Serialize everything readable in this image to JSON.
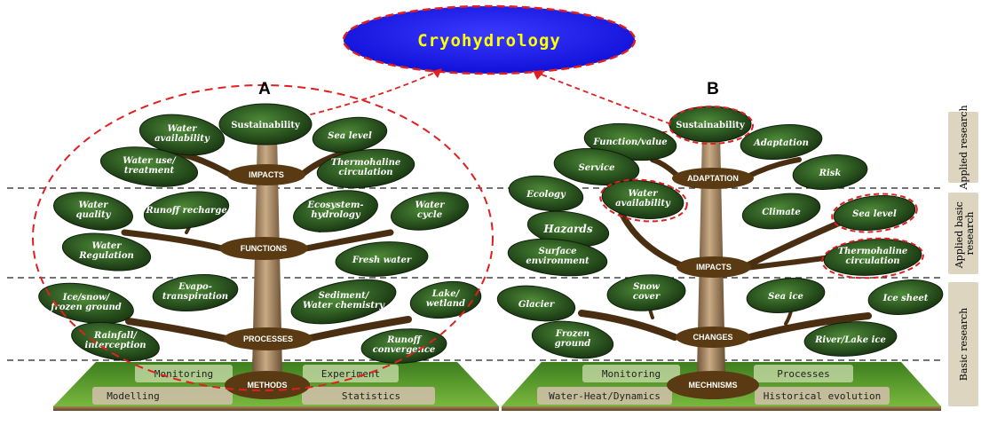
{
  "title": "Cryohydrology",
  "colors": {
    "title_fill": "#1a1aff",
    "title_text": "#ffff00",
    "dashed_red": "#e02020",
    "leaf_dark": "#1f3d17",
    "leaf_mid": "#3f7a2e",
    "node_fill": "#5a3a12",
    "branch": "#4a2e12",
    "trunk": "#9c7a55",
    "grass": "#5aa02c",
    "soil": "#8a6a3e",
    "box": "#c6d9a8",
    "box_soil": "#c8b89a"
  },
  "side_labels": {
    "applied": "Applied research",
    "applied_basic": "Applied basic research",
    "basic": "Basic research"
  },
  "treeA": {
    "label": "A",
    "top": "Sustainability",
    "nodes": {
      "impacts": "IMPACTS",
      "functions": "FUNCTIONS",
      "processes": "PROCESSES",
      "methods": "METHODS"
    },
    "leaves": {
      "water_availability": "Water availability",
      "sea_level": "Sea level",
      "water_use": "Water use/ treatment",
      "thermohaline": "Thermohaline circulation",
      "water_quality": "Water quality",
      "runoff_recharge": "Runoff recharge",
      "ecosystem": "Ecosystem- hydrology",
      "water_cycle": "Water cycle",
      "water_regulation": "Water Regulation",
      "fresh_water": "Fresh water",
      "ice_snow": "Ice/snow/ frozen ground",
      "evapo": "Evapo- transpiration",
      "sediment": "Sediment/ Water chemistry",
      "lake": "Lake/ wetland",
      "rainfall": "Rainfall/ interception",
      "runoff_conv": "Runoff convergence"
    },
    "base": {
      "monitoring": "Monitoring",
      "experiment": "Experiment",
      "modelling": "Modelling",
      "statistics": "Statistics"
    }
  },
  "treeB": {
    "label": "B",
    "top": "Sustainability",
    "nodes": {
      "adaptation": "ADAPTATION",
      "impacts": "IMPACTS",
      "changes": "CHANGES",
      "mechnisms": "MECHNISMS"
    },
    "leaves": {
      "function_value": "Function/value",
      "adaptation": "Adaptation",
      "service": "Service",
      "risk": "Risk",
      "ecology": "Ecology",
      "water_availability": "Water availability",
      "climate": "Climate",
      "sea_level": "Sea level",
      "hazards": "Hazards",
      "surface_env": "Surface environment",
      "thermohaline": "Thermohaline circulation",
      "glacier": "Glacier",
      "snow_cover": "Snow cover",
      "sea_ice": "Sea ice",
      "ice_sheet": "Ice sheet",
      "frozen_ground": "Frozen ground",
      "river_lake_ice": "River/Lake ice"
    },
    "base": {
      "monitoring": "Monitoring",
      "processes": "Processes",
      "water_heat": "Water-Heat/Dynamics",
      "historical": "Historical evolution"
    }
  }
}
